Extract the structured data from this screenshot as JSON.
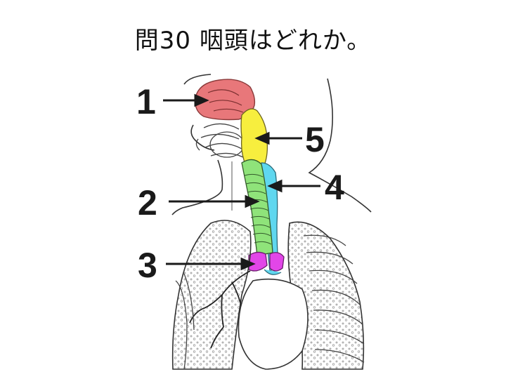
{
  "question": {
    "title": "問30 咽頭はどれか。"
  },
  "diagram": {
    "labels": [
      {
        "id": "1",
        "text": "1",
        "color": "#e8777a"
      },
      {
        "id": "2",
        "text": "2",
        "color": "#8fe37a"
      },
      {
        "id": "3",
        "text": "3",
        "color": "#e246e8"
      },
      {
        "id": "4",
        "text": "4",
        "color": "#5fd7ef"
      },
      {
        "id": "5",
        "text": "5",
        "color": "#f7ee3e"
      }
    ]
  }
}
